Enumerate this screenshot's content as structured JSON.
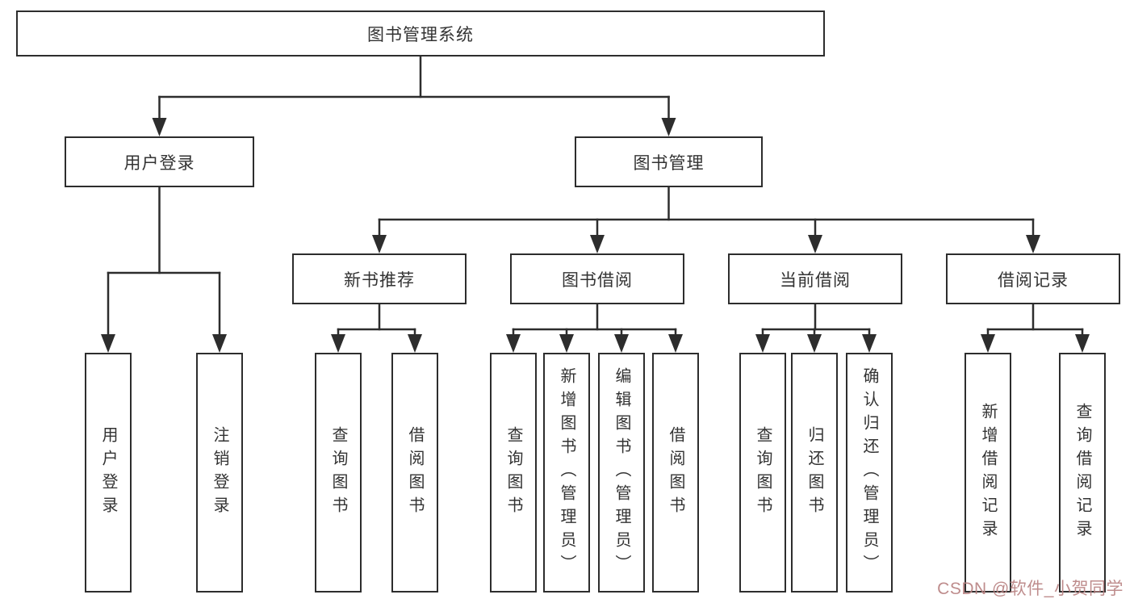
{
  "diagram": {
    "root": {
      "label": "图书管理系统"
    },
    "branches": [
      {
        "label": "用户登录",
        "children": [
          {
            "label": "用户登录"
          },
          {
            "label": "注销登录"
          }
        ]
      },
      {
        "label": "图书管理",
        "children": [
          {
            "label": "新书推荐",
            "children": [
              {
                "label": "查询图书"
              },
              {
                "label": "借阅图书"
              }
            ]
          },
          {
            "label": "图书借阅",
            "children": [
              {
                "label": "查询图书"
              },
              {
                "label": "新增图书（管理员）"
              },
              {
                "label": "编辑图书（管理员）"
              },
              {
                "label": "借阅图书"
              }
            ]
          },
          {
            "label": "当前借阅",
            "children": [
              {
                "label": "查询图书"
              },
              {
                "label": "归还图书"
              },
              {
                "label": "确认归还（管理员）"
              }
            ]
          },
          {
            "label": "借阅记录",
            "children": [
              {
                "label": "新增借阅记录"
              },
              {
                "label": "查询借阅记录"
              }
            ]
          }
        ]
      }
    ]
  },
  "watermark": {
    "text": "CSDN @软件_小贺同学",
    "color": "#b98282"
  },
  "colors": {
    "line": "#2d2d2d",
    "box_border": "#2d2d2d",
    "box_background": "#ffffff",
    "text": "#333333"
  }
}
